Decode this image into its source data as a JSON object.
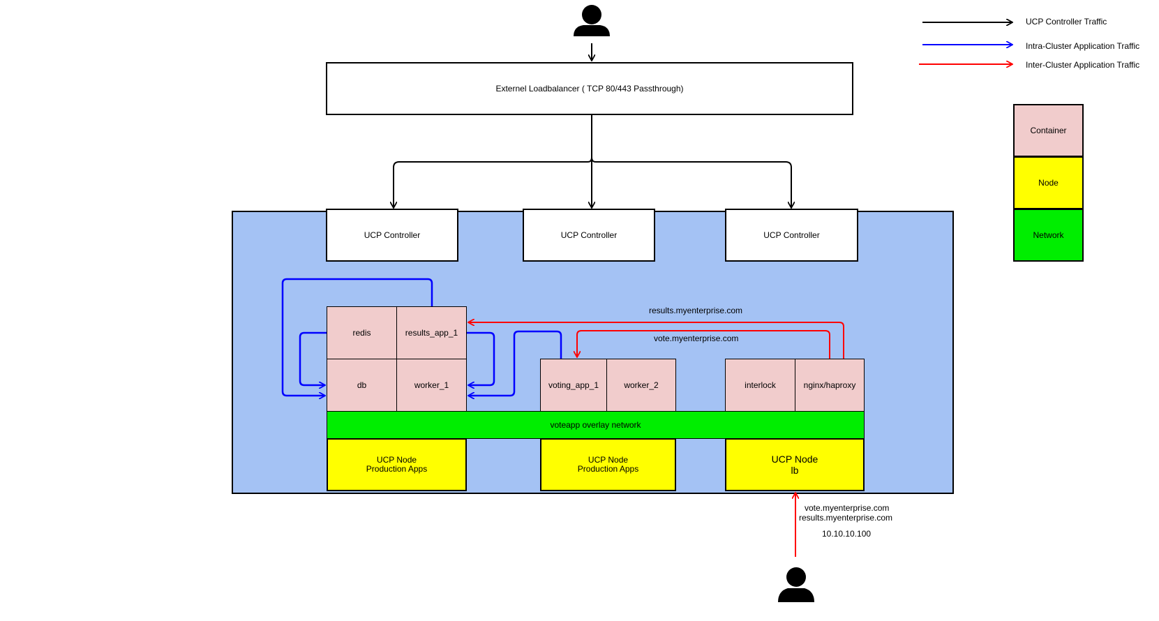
{
  "legend": {
    "items": [
      {
        "label": "UCP Controller Traffic",
        "color": "#000000"
      },
      {
        "label": "Intra-Cluster Application Traffic",
        "color": "#0000ff"
      },
      {
        "label": "Inter-Cluster Application Traffic",
        "color": "#ff0000"
      }
    ],
    "key": {
      "container": "Container",
      "node": "Node",
      "network": "Network"
    }
  },
  "load_balancer": {
    "label": "Externel Loadbalancer ( TCP 80/443 Passthrough)"
  },
  "controllers": [
    "UCP Controller",
    "UCP Controller",
    "UCP Controller"
  ],
  "containers": {
    "redis": "redis",
    "results_app": "results_app_1",
    "db": "db",
    "worker_1": "worker_1",
    "voting_app": "voting_app_1",
    "worker_2": "worker_2",
    "interlock": "interlock",
    "nginx": "nginx/haproxy"
  },
  "network": {
    "label": "voteapp overlay network"
  },
  "nodes": [
    {
      "line1": "UCP Node",
      "line2": "Production Apps"
    },
    {
      "line1": "UCP Node",
      "line2": "Production Apps"
    },
    {
      "line1": "UCP Node",
      "line2": "lb"
    }
  ],
  "routes": {
    "results": "results.myenterprise.com",
    "vote": "vote.myenterprise.com"
  },
  "external_access": {
    "host1": "vote.myenterprise.com",
    "host2": "results.myenterprise.com",
    "ip": "10.10.10.100"
  },
  "icons": [
    "user-icon",
    "user-icon"
  ],
  "colors": {
    "cluster_bg": "#a4c2f4",
    "container_bg": "#f1cccc",
    "node_bg": "#ffff00",
    "network_bg": "#00ee00",
    "controller_traffic": "#000000",
    "intra_traffic": "#0000ff",
    "inter_traffic": "#ff0000"
  }
}
